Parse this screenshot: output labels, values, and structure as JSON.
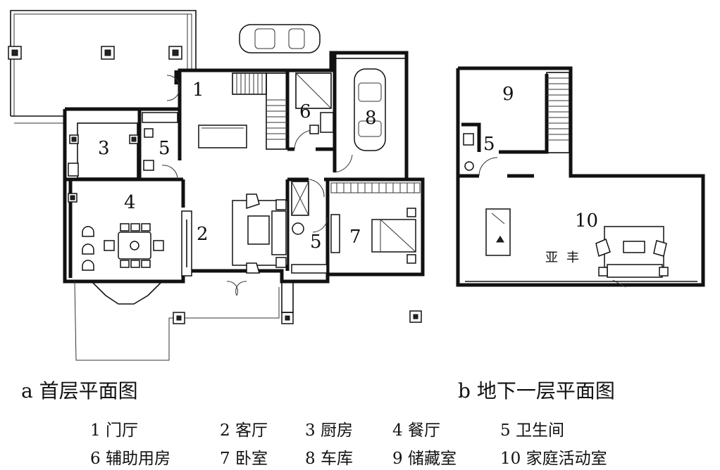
{
  "captions": {
    "ground_floor": "a 首层平面图",
    "basement": "b 地下一层平面图"
  },
  "room_numbers": {
    "r1": "1",
    "r2": "2",
    "r3": "3",
    "r4": "4",
    "r5a": "5",
    "r5b": "5",
    "r6": "6",
    "r7": "7",
    "r8": "8",
    "r9": "9",
    "r5c": "5",
    "r10": "10"
  },
  "legend": [
    {
      "number": "1",
      "name": "门厅"
    },
    {
      "number": "2",
      "name": "客厅"
    },
    {
      "number": "3",
      "name": "厨房"
    },
    {
      "number": "4",
      "name": "餐厅"
    },
    {
      "number": "5",
      "name": "卫生间"
    },
    {
      "number": "6",
      "name": "辅助用房"
    },
    {
      "number": "7",
      "name": "卧室"
    },
    {
      "number": "8",
      "name": "车库"
    },
    {
      "number": "9",
      "name": "储藏室"
    },
    {
      "number": "10",
      "name": "家庭活动室"
    }
  ],
  "colors": {
    "line": "#111111",
    "background": "#ffffff"
  }
}
